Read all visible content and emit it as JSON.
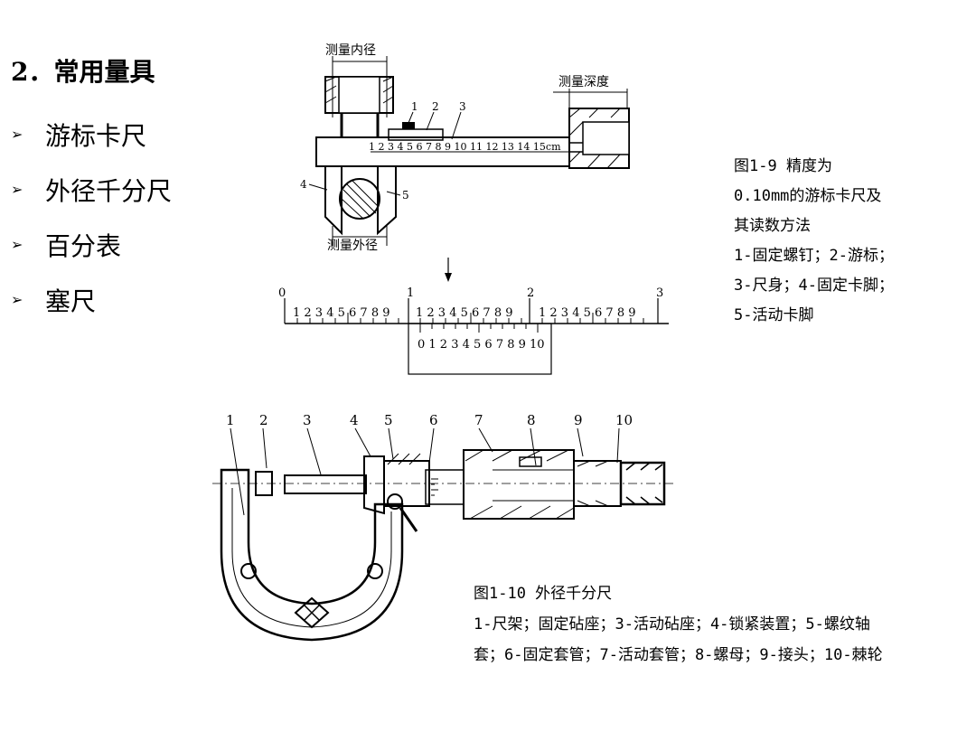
{
  "heading": "2．常用量具",
  "bullets": [
    "游标卡尺",
    "外径千分尺",
    " 百分表",
    "塞尺"
  ],
  "fig9": {
    "label_inner": "测量内径",
    "label_depth": "测量深度",
    "label_outer": "测量外径",
    "parts": [
      "1",
      "2",
      "3",
      "4",
      "5"
    ],
    "ruler_ticks": "1 2 3 4 5 6 7 8 9 10 11 12 13 14 15cm",
    "scale_major": [
      "0",
      "1",
      "2",
      "3"
    ],
    "scale_minor": "1 2 3 4 5 6 7 8 9",
    "vernier": "0 1 2 3 4 5 6 7 8 9 10",
    "caption": [
      "图1-9  精度为",
      "0.10mm的游标卡尺及",
      "其读数方法",
      "1-固定螺钉；2-游标；",
      "3-尺身；4-固定卡脚；",
      "5-活动卡脚"
    ]
  },
  "fig10": {
    "parts": [
      "1",
      "2",
      "3",
      "4",
      "5",
      "6",
      "7",
      "8",
      "9",
      "10"
    ],
    "caption": [
      "图1-10  外径千分尺",
      "1-尺架；固定砧座；3-活动砧座；4-锁紧装置；5-螺纹轴",
      "套；6-固定套管；7-活动套管；8-螺母；9-接头；10-棘轮"
    ]
  }
}
